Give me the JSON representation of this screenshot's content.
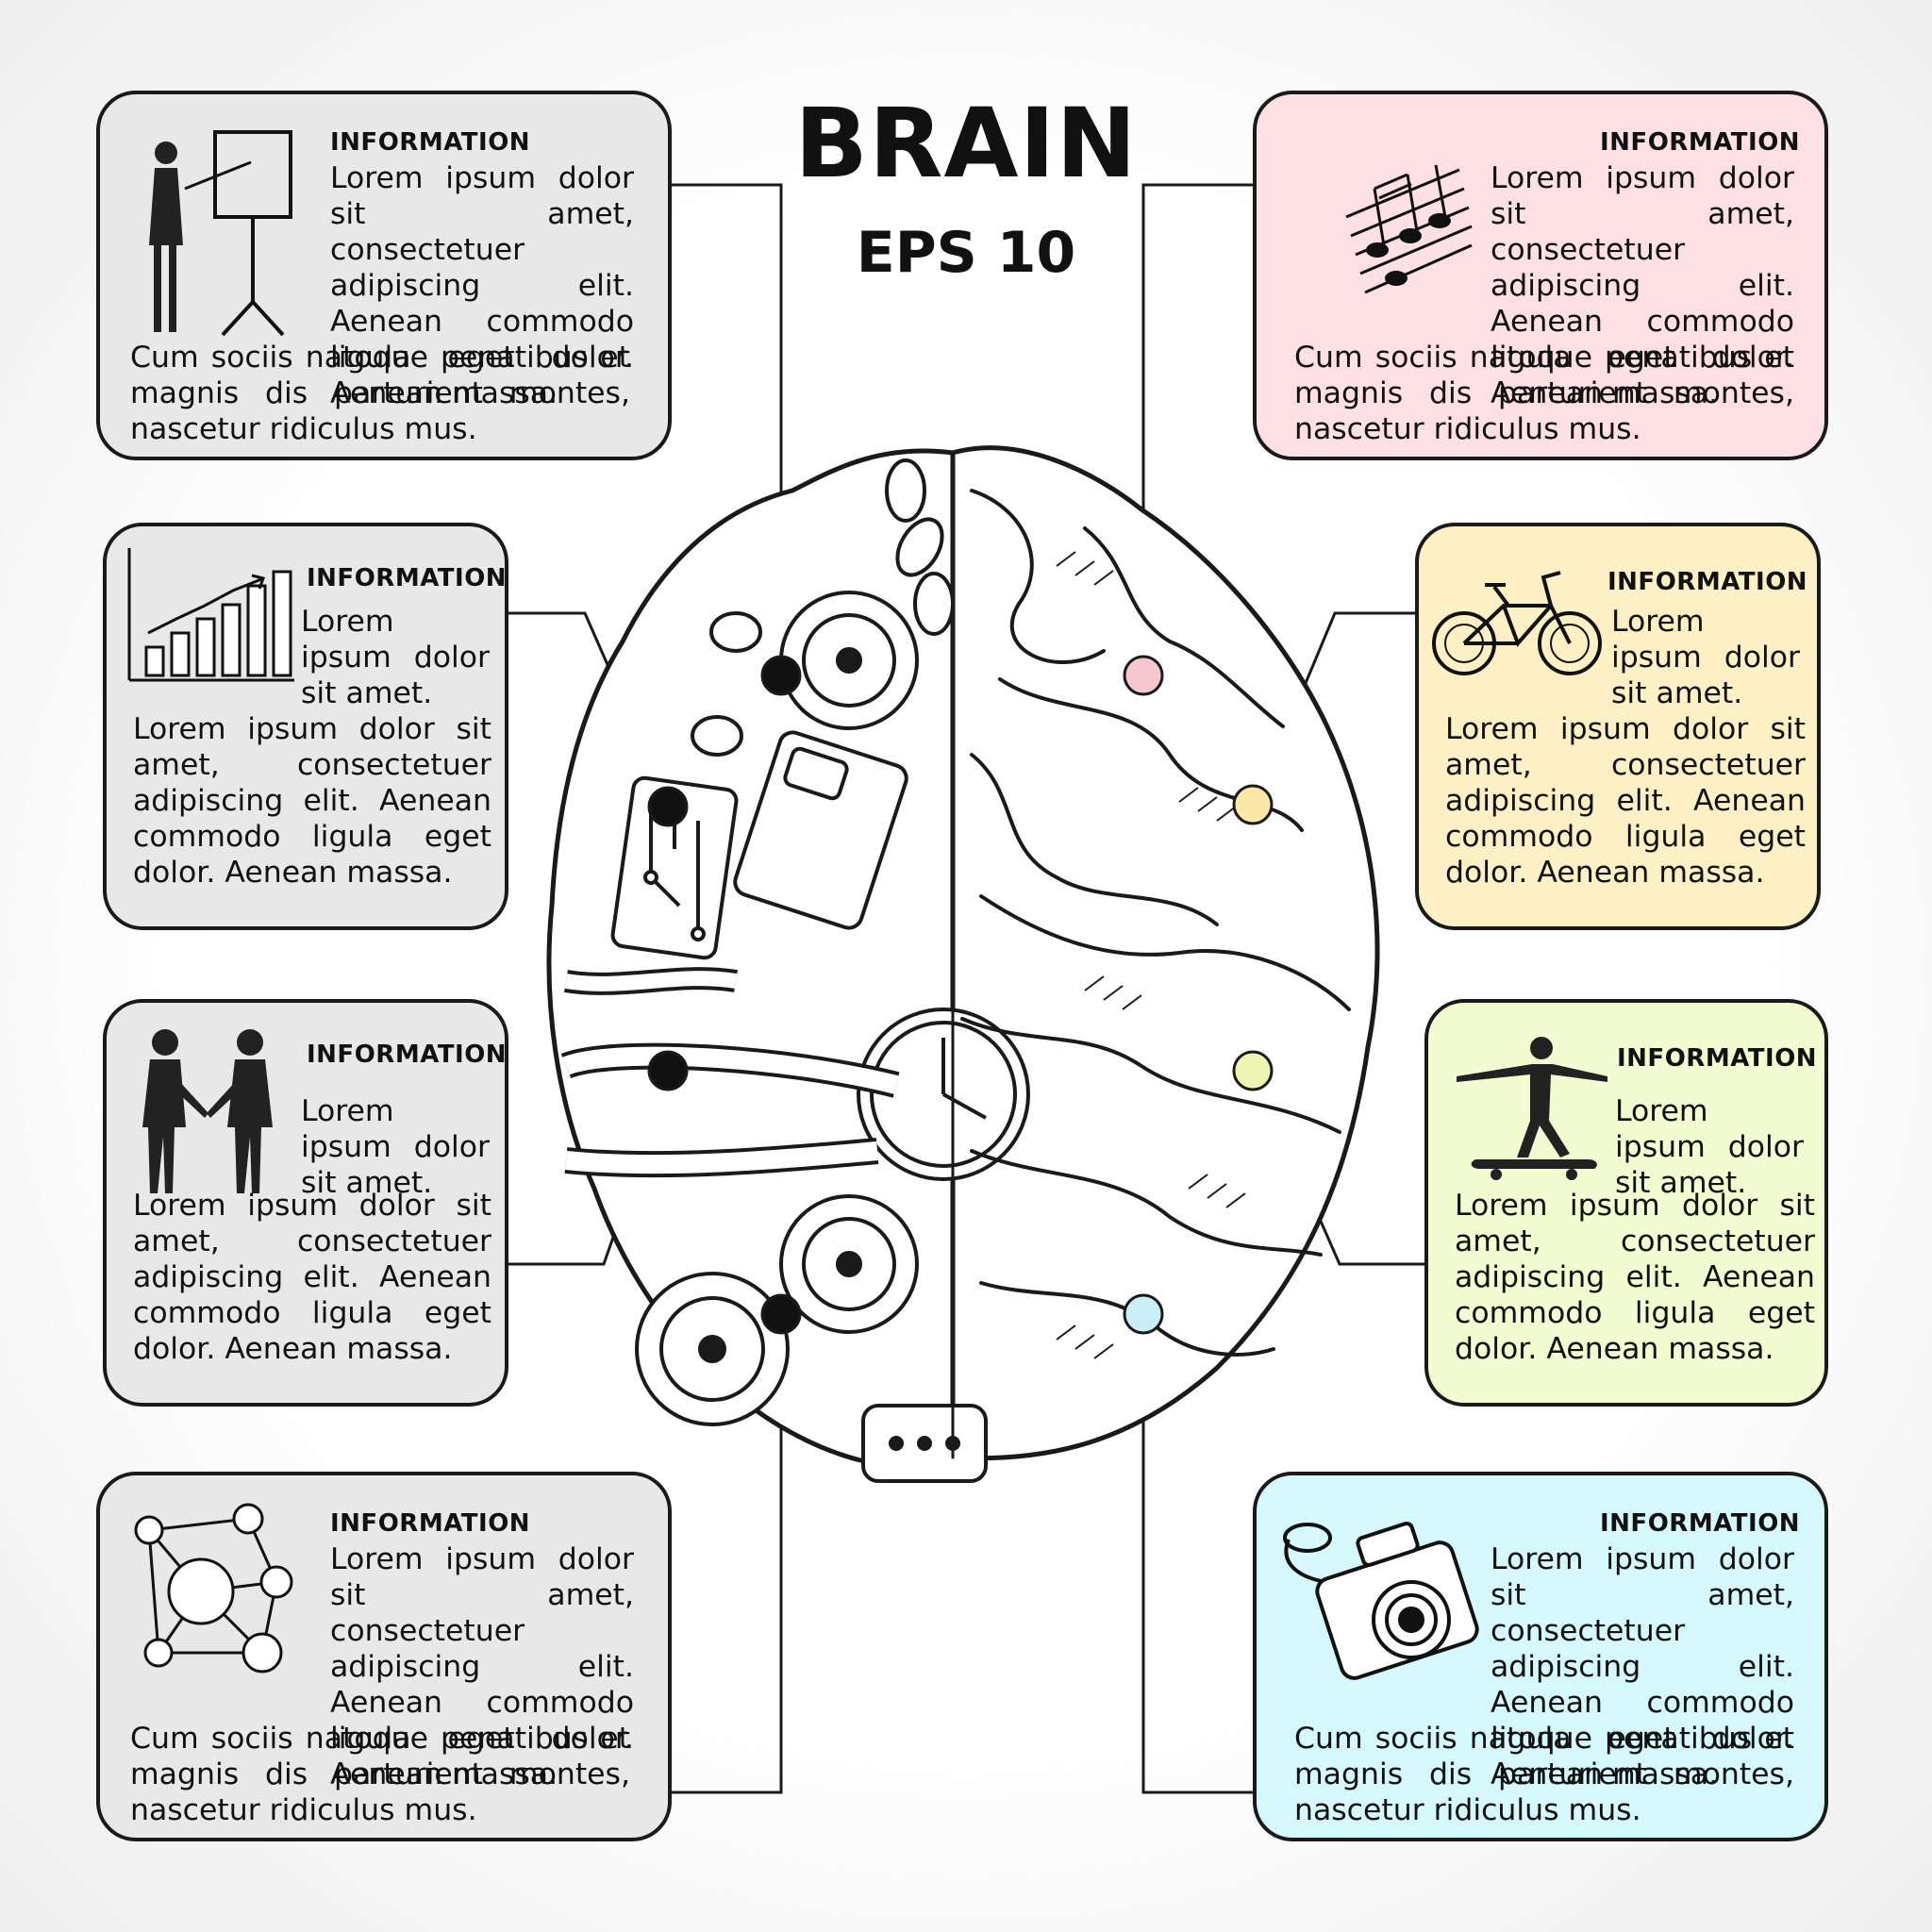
{
  "header": {
    "title": "BRAIN",
    "subtitle": "EPS 10"
  },
  "panels": {
    "top_left": {
      "heading": "INFORMATION",
      "text1": "Lorem ipsum dolor sit amet, consectetuer adipiscing elit. Aenean commodo ligula eget dolor. Aenean massa.",
      "text2": "Cum sociis natoque penatibus et magnis dis parturient montes, nascetur ridiculus mus.",
      "icon": "presenter-icon",
      "bg": "#e8e8e8"
    },
    "mid_left_1": {
      "heading": "INFORMATION",
      "text1": "Lorem ipsum dolor sit amet.",
      "text2": "Lorem ipsum dolor sit amet, consectetuer adipiscing elit. Aenean commodo ligula eget dolor. Aenean massa.",
      "icon": "bar-chart-icon",
      "bg": "#e8e8e8"
    },
    "mid_left_2": {
      "heading": "INFORMATION",
      "text1": "Lorem ipsum dolor sit amet.",
      "text2": "Lorem ipsum dolor sit amet, consectetuer adipiscing elit. Aenean commodo ligula eget dolor. Aenean massa.",
      "icon": "handshake-icon",
      "bg": "#e8e8e8"
    },
    "bottom_left": {
      "heading": "INFORMATION",
      "text1": "Lorem ipsum dolor sit amet, consectetuer adipiscing elit. Aenean commodo ligula eget dolor. Aenean massa.",
      "text2": "Cum sociis natoque penatibus et magnis dis parturient montes, nascetur ridiculus mus.",
      "icon": "network-icon",
      "bg": "#e8e8e8"
    },
    "top_right": {
      "heading": "INFORMATION",
      "text1": "Lorem ipsum dolor sit amet, consectetuer adipiscing elit. Aenean commodo ligula eget dolor. Aenean massa.",
      "text2": "Cum sociis natoque penatibus et magnis dis parturient montes, nascetur ridiculus mus.",
      "icon": "music-notes-icon",
      "bg": "#fde0e4"
    },
    "mid_right_1": {
      "heading": "INFORMATION",
      "text1": "Lorem ipsum dolor sit amet.",
      "text2": "Lorem ipsum dolor sit amet, consectetuer adipiscing elit. Aenean commodo ligula eget dolor. Aenean massa.",
      "icon": "bicycle-icon",
      "bg": "#fdf0c4"
    },
    "mid_right_2": {
      "heading": "INFORMATION",
      "text1": "Lorem ipsum dolor sit amet.",
      "text2": "Lorem ipsum dolor sit amet, consectetuer adipiscing elit. Aenean commodo ligula eget dolor. Aenean massa.",
      "icon": "skateboarder-icon",
      "bg": "#f3fbd0"
    },
    "bottom_right": {
      "heading": "INFORMATION",
      "text1": "Lorem ipsum dolor sit amet, consectetuer adipiscing elit. Aenean commodo ligula eget dolor. Aenean massa.",
      "text2": "Cum sociis natoque penatibus et magnis dis parturient montes, nascetur ridiculus mus.",
      "icon": "camera-icon",
      "bg": "#d4f8fc"
    }
  },
  "markers": {
    "left": "#111111",
    "right": [
      "#f7c7cf",
      "#fbe7a8",
      "#eef6b4",
      "#c8eef6"
    ]
  }
}
